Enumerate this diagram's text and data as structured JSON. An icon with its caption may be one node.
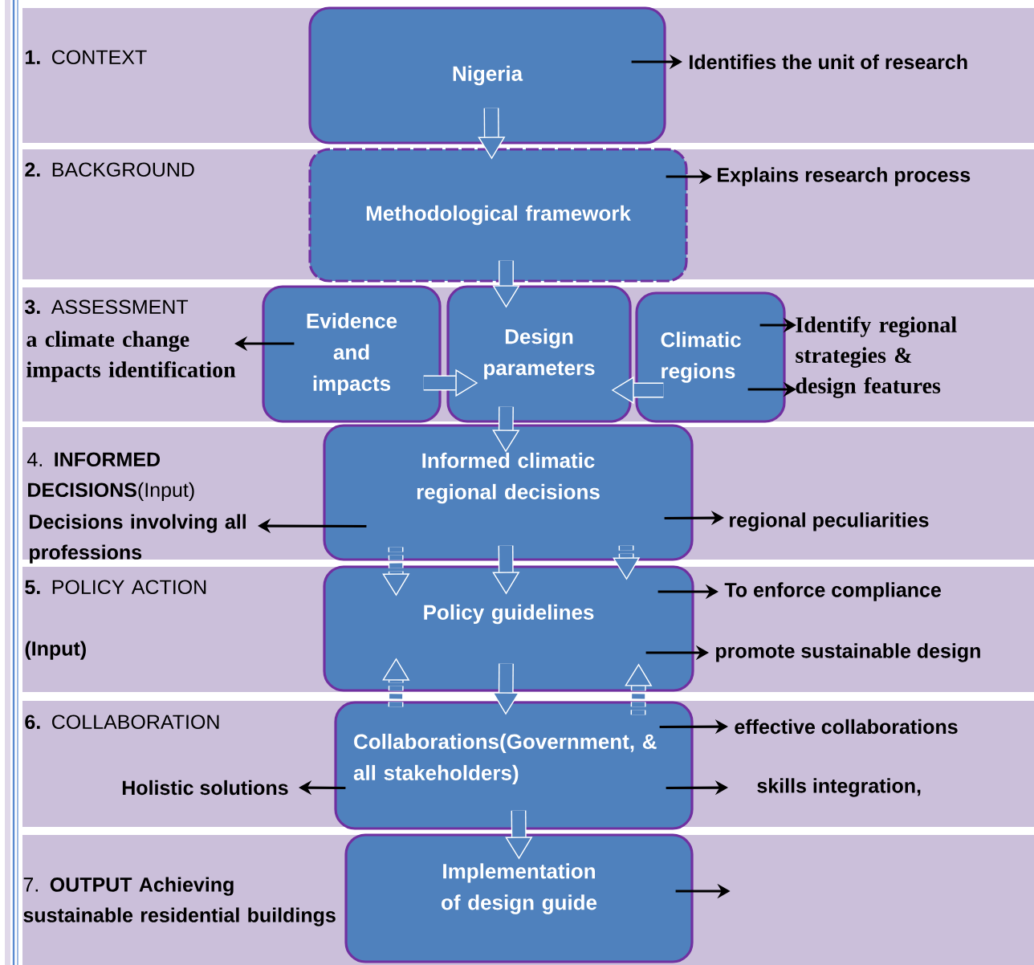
{
  "diagram": {
    "nodes": [
      {
        "text": [
          "**1.** CONTEXT"
        ]
      },
      {
        "text": [
          "Nigeria"
        ],
        "in": 0
      },
      {
        "text": [
          "Identifies the unit of research"
        ],
        "in": 0
      },
      {
        "text": [
          "**2.** BACKGROUND"
        ]
      },
      {
        "text": [
          "Methodological framework"
        ],
        "in": 3
      },
      {
        "text": [
          "Explains research process"
        ],
        "in": 3
      },
      {
        "text": [
          "**3.** ASSESSMENT"
        ]
      },
      {
        "text": [
          "a climate change impacts identification"
        ],
        "in": 6
      },
      {
        "text": [
          "Evidence and impacts"
        ],
        "in": 6
      },
      {
        "text": [
          "Design parameters"
        ],
        "in": 6
      },
      {
        "text": [
          "Climatic regions"
        ],
        "in": 6
      },
      {
        "text": [
          "Identify regional strategies & design features"
        ],
        "in": 6
      },
      {
        "text": [
          "4. **INFORMED DECISIONS**(Input)"
        ]
      },
      {
        "text": [
          "Decisions involving all professions"
        ],
        "in": 12
      },
      {
        "text": [
          "Informed climatic regional decisions"
        ],
        "in": 12
      },
      {
        "text": [
          "regional peculiarities"
        ],
        "in": 12
      },
      {
        "text": [
          "**5.** POLICY ACTION",
          "(Input)"
        ]
      },
      {
        "text": [
          "Policy guidelines"
        ],
        "in": 16
      },
      {
        "text": [
          "To enforce compliance"
        ],
        "in": 16
      },
      {
        "text": [
          "promote sustainable design"
        ],
        "in": 16
      },
      {
        "text": [
          "**6.** COLLABORATION"
        ]
      },
      {
        "text": [
          "Holistic solutions"
        ],
        "in": 20
      },
      {
        "text": [
          "Collaborations(Government, & all stakeholders)"
        ],
        "in": 20
      },
      {
        "text": [
          "effective collaborations"
        ],
        "in": 20
      },
      {
        "text": [
          "skills integration,"
        ],
        "in": 20
      },
      {
        "text": [
          "7. **OUTPUT Achieving sustainable residential buildings**"
        ]
      },
      {
        "text": [
          "Implementation of design guide"
        ],
        "in": 25
      }
    ],
    "edges": [
      {
        "from": 1,
        "to": 4,
        "arrow": "to",
        "style": "thick",
        "color": "#ffffff"
      },
      {
        "from": 4,
        "to": 9,
        "arrow": "to",
        "style": "thick",
        "color": "#ffffff"
      },
      {
        "from": 8,
        "to": 9,
        "arrow": "to",
        "style": "thick",
        "color": "#ffffff"
      },
      {
        "from": 10,
        "to": 9,
        "arrow": "to",
        "style": "thick",
        "color": "#ffffff"
      },
      {
        "from": 9,
        "to": 14,
        "arrow": "to",
        "style": "thick",
        "color": "#ffffff"
      },
      {
        "from": 14,
        "to": 17,
        "arrow": "to",
        "style": "thick",
        "color": "#ffffff"
      },
      {
        "from": 17,
        "to": 22,
        "arrow": "to",
        "style": "thick",
        "color": "#ffffff"
      },
      {
        "from": 22,
        "to": 26,
        "arrow": "to",
        "style": "thick",
        "color": "#ffffff"
      },
      {
        "from": 14,
        "to": 17,
        "arrow": "to",
        "style": "dashed",
        "color": "#ffffff"
      },
      {
        "from": 14,
        "to": 17,
        "arrow": "to",
        "style": "dashed",
        "color": "#ffffff"
      },
      {
        "from": 22,
        "to": 17,
        "arrow": "to",
        "style": "dashed",
        "color": "#ffffff"
      },
      {
        "from": 22,
        "to": 17,
        "arrow": "to",
        "style": "dashed",
        "color": "#ffffff"
      },
      {
        "from": 1,
        "to": 2,
        "arrow": "to"
      },
      {
        "from": 4,
        "to": 5,
        "arrow": "to"
      },
      {
        "from": 8,
        "to": 7,
        "arrow": "to"
      },
      {
        "from": 10,
        "to": 11,
        "arrow": "to"
      },
      {
        "from": 10,
        "to": 11,
        "arrow": "to"
      },
      {
        "from": 14,
        "to": 13,
        "arrow": "to"
      },
      {
        "from": 14,
        "to": 15,
        "arrow": "to"
      },
      {
        "from": 17,
        "to": 18,
        "arrow": "to"
      },
      {
        "from": 17,
        "to": 19,
        "arrow": "to"
      },
      {
        "from": 22,
        "to": 21,
        "arrow": "to"
      },
      {
        "from": 22,
        "to": 23,
        "arrow": "to"
      },
      {
        "from": 22,
        "to": 24,
        "arrow": "to"
      },
      {
        "from": 26,
        "to": null,
        "arrow": "to"
      }
    ]
  }
}
